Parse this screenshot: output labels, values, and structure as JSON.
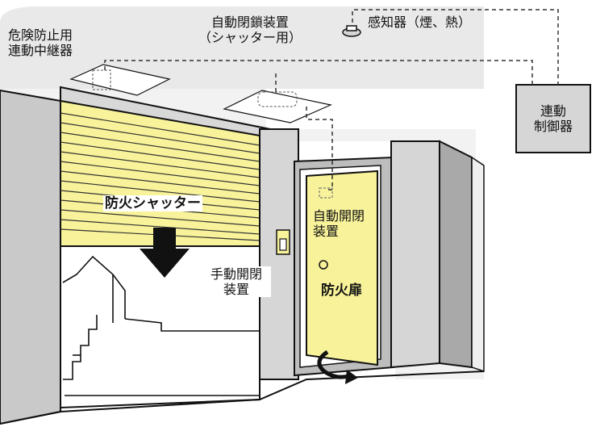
{
  "labels": {
    "danger_relay_line1": "危険防止用",
    "danger_relay_line2": "連動中継器",
    "auto_closer_line1": "自動閉鎖装置",
    "auto_closer_line2": "（シャッター用）",
    "detector": "感知器（煙、熱）",
    "controller_line1": "連動",
    "controller_line2": "制御器",
    "fire_shutter": "防火シャッター",
    "door_closer_line1": "自動開閉",
    "door_closer_line2": "装置",
    "manual_line1": "手動開閉",
    "manual_line2": "装置",
    "fire_door": "防火扉"
  },
  "colors": {
    "shutter_yellow": "#f8f39a",
    "wall_gray": "#d6d6d6",
    "wall_dark": "#a9a9a9",
    "outline": "#111111"
  },
  "icons": {
    "down_arrow": "down-arrow-icon",
    "swing_arrow": "curved-swing-arrow-icon"
  }
}
